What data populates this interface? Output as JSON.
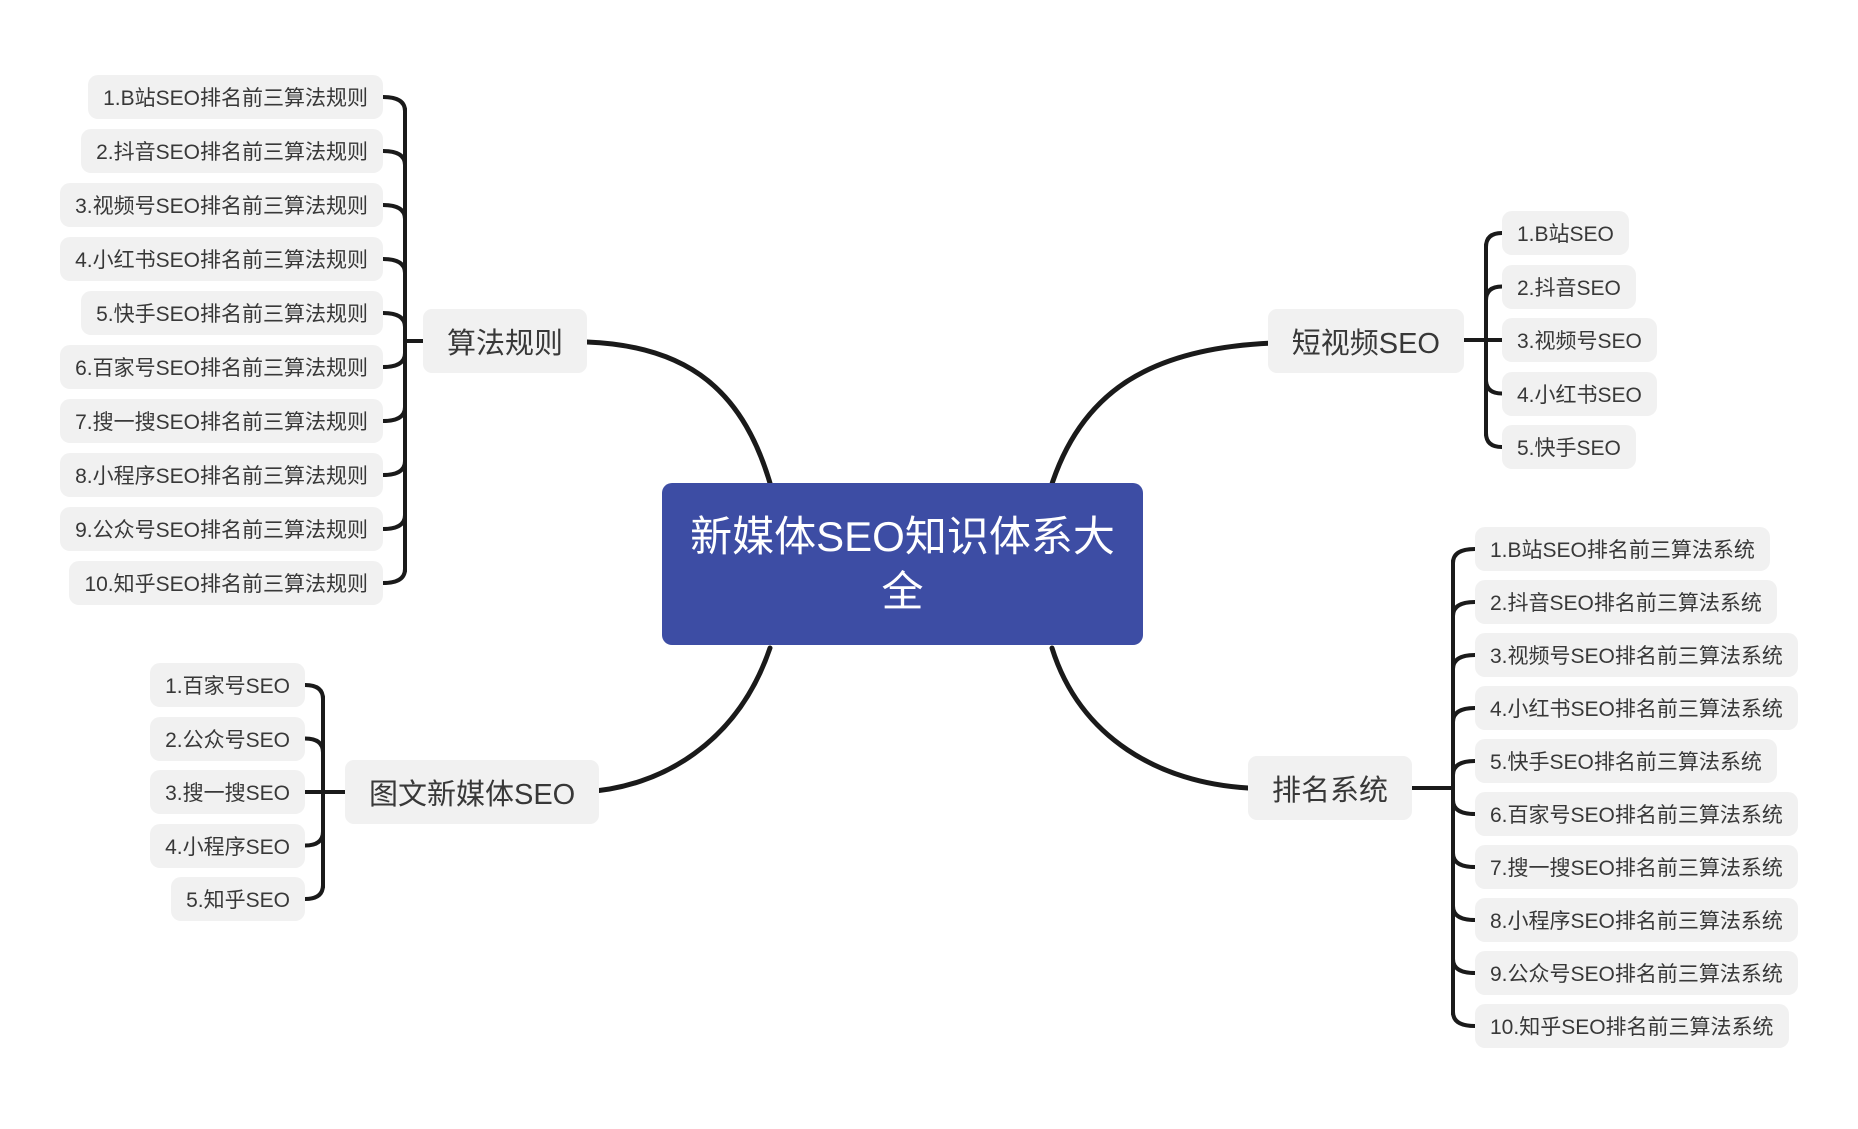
{
  "root": {
    "label": "新媒体SEO知识体系大全"
  },
  "colors": {
    "root_bg": "#3d4da4",
    "root_text": "#ffffff",
    "node_bg": "#f1f1f1",
    "node_text": "#383838",
    "line": "#1a1a1a"
  },
  "branches": [
    {
      "label": "算法规则",
      "children": [
        "1.B站SEO排名前三算法规则",
        "2.抖音SEO排名前三算法规则",
        "3.视频号SEO排名前三算法规则",
        "4.小红书SEO排名前三算法规则",
        "5.快手SEO排名前三算法规则",
        "6.百家号SEO排名前三算法规则",
        "7.搜一搜SEO排名前三算法规则",
        "8.小程序SEO排名前三算法规则",
        "9.公众号SEO排名前三算法规则",
        "10.知乎SEO排名前三算法规则"
      ]
    },
    {
      "label": "短视频SEO",
      "children": [
        "1.B站SEO",
        "2.抖音SEO",
        "3.视频号SEO",
        "4.小红书SEO",
        "5.快手SEO"
      ]
    },
    {
      "label": "图文新媒体SEO",
      "children": [
        "1.百家号SEO",
        "2.公众号SEO",
        "3.搜一搜SEO",
        "4.小程序SEO",
        "5.知乎SEO"
      ]
    },
    {
      "label": "排名系统",
      "children": [
        "1.B站SEO排名前三算法系统",
        "2.抖音SEO排名前三算法系统",
        "3.视频号SEO排名前三算法系统",
        "4.小红书SEO排名前三算法系统",
        "5.快手SEO排名前三算法系统",
        "6.百家号SEO排名前三算法系统",
        "7.搜一搜SEO排名前三算法系统",
        "8.小程序SEO排名前三算法系统",
        "9.公众号SEO排名前三算法系统",
        "10.知乎SEO排名前三算法系统"
      ]
    }
  ]
}
